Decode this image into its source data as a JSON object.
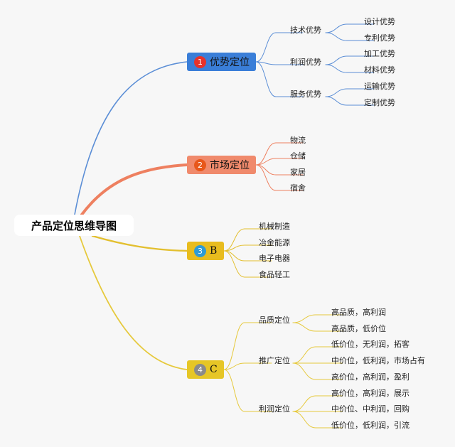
{
  "root": "产品定位思维导图",
  "colors": {
    "blue": "#5b8ed6",
    "orange": "#ee8060",
    "yellow": "#e3bf2e",
    "yellow_line": "#e6c93c",
    "grey_badge": "#8a8a8a"
  },
  "branches": [
    {
      "num": "1",
      "label": "优势定位",
      "badge_color": "#e8322a",
      "fill": "#3a7ed8",
      "line": "#5b8ed6",
      "children": [
        {
          "label": "技术优势",
          "children": [
            "设计优势",
            "专利优势"
          ]
        },
        {
          "label": "利润优势",
          "children": [
            "加工优势",
            "材料优势"
          ]
        },
        {
          "label": "服务优势",
          "children": [
            "运输优势",
            "定制优势"
          ]
        }
      ]
    },
    {
      "num": "2",
      "label": "市场定位",
      "badge_color": "#e8571a",
      "fill": "#f08a6c",
      "line": "#ee8060",
      "children": [
        {
          "label": "物流"
        },
        {
          "label": "仓储"
        },
        {
          "label": "家居"
        },
        {
          "label": "宿舍"
        }
      ]
    },
    {
      "num": "3",
      "label": "B",
      "badge_color": "#2d9bd6",
      "fill": "#e8bc1e",
      "line": "#e3bf2e",
      "children": [
        {
          "label": "机械制造"
        },
        {
          "label": "冶金能源"
        },
        {
          "label": "电子电器"
        },
        {
          "label": "食品轻工"
        }
      ]
    },
    {
      "num": "4",
      "label": "C",
      "badge_color": "#8a8a8a",
      "fill": "#e6c626",
      "line": "#e6c93c",
      "children": [
        {
          "label": "品质定位",
          "children": [
            "高品质，高利润",
            "高品质，低价位"
          ]
        },
        {
          "label": "推广定位",
          "children": [
            "低价位，无利润，拓客",
            "中价位，低利润，市场占有",
            "高价位，高利润，盈利"
          ]
        },
        {
          "label": "利润定位",
          "children": [
            "高价位，高利润，展示",
            "中价位、中利润，回购",
            "低价位，低利润，引流"
          ]
        }
      ]
    }
  ]
}
